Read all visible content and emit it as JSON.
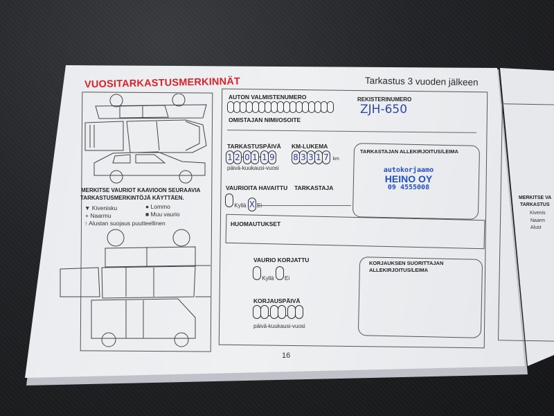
{
  "page": {
    "title": "VUOSITARKASTUSMERKINNÄT",
    "subtitle": "Tarkastus 3 vuoden jälkeen",
    "page_number": "16",
    "title_color": "#d8232a"
  },
  "left_panel": {
    "instruction_line1": "MERKITSE VAURIOT KAAVIOON SEURAAVIA",
    "instruction_line2": "TARKASTUSMERKINTÖJÄ KÄYTTÄEN.",
    "legend": [
      {
        "icon": "triangle-down-icon",
        "label": "Kivenisku"
      },
      {
        "icon": "circle-icon",
        "label": "Lommo"
      },
      {
        "icon": "plus-icon",
        "label": "Naarmu"
      },
      {
        "icon": "square-icon",
        "label": "Muu vaurio"
      },
      {
        "icon": "arrow-up-icon",
        "label": "Alustan suojaus puutteellinen"
      }
    ]
  },
  "form": {
    "vin_label": "AUTON VALMISTENUMERO",
    "reg_label": "REKISTERINUMERO",
    "reg_value": "ZJH-650",
    "owner_label": "OMISTAJAN NIMI/OSOITE",
    "inspection_date_label": "TARKASTUSPÄIVÄ",
    "inspection_date_digits": [
      "1",
      "2",
      "0",
      "1",
      "1",
      "9"
    ],
    "date_format": "päivä-kuukausi-vuosi",
    "km_label": "KM-LUKEMA",
    "km_digits": [
      "8",
      "3",
      "3",
      "1",
      "7"
    ],
    "km_unit": "km",
    "inspector_signature_label": "TARKASTAJAN ALLEKIRJOITUS/LEIMA",
    "stamp": {
      "line1": "autokorjaamo",
      "line2": "HEINO OY",
      "line3": "09 4555008",
      "color": "#1f50c0"
    },
    "damage_found_label": "VAURIOITA HAVAITTU",
    "inspector_label": "TARKASTAJA",
    "yes_label": "Kyllä",
    "no_label": "Ei",
    "damage_found_value": "X",
    "remarks_label": "HUOMAUTUKSET",
    "damage_repaired_label": "VAURIO KORJATTU",
    "repair_date_label": "KORJAUSPÄIVÄ",
    "repairer_signature_label_line1": "KORJAUKSEN SUORITTAJAN",
    "repairer_signature_label_line2": "ALLEKIRJOITUS/LEIMA"
  },
  "right_page": {
    "instruction_line1": "MERKITSE VA",
    "instruction_line2": "TARKASTUS",
    "legend": [
      "Kivenis",
      "Naarm",
      "Alust"
    ]
  }
}
